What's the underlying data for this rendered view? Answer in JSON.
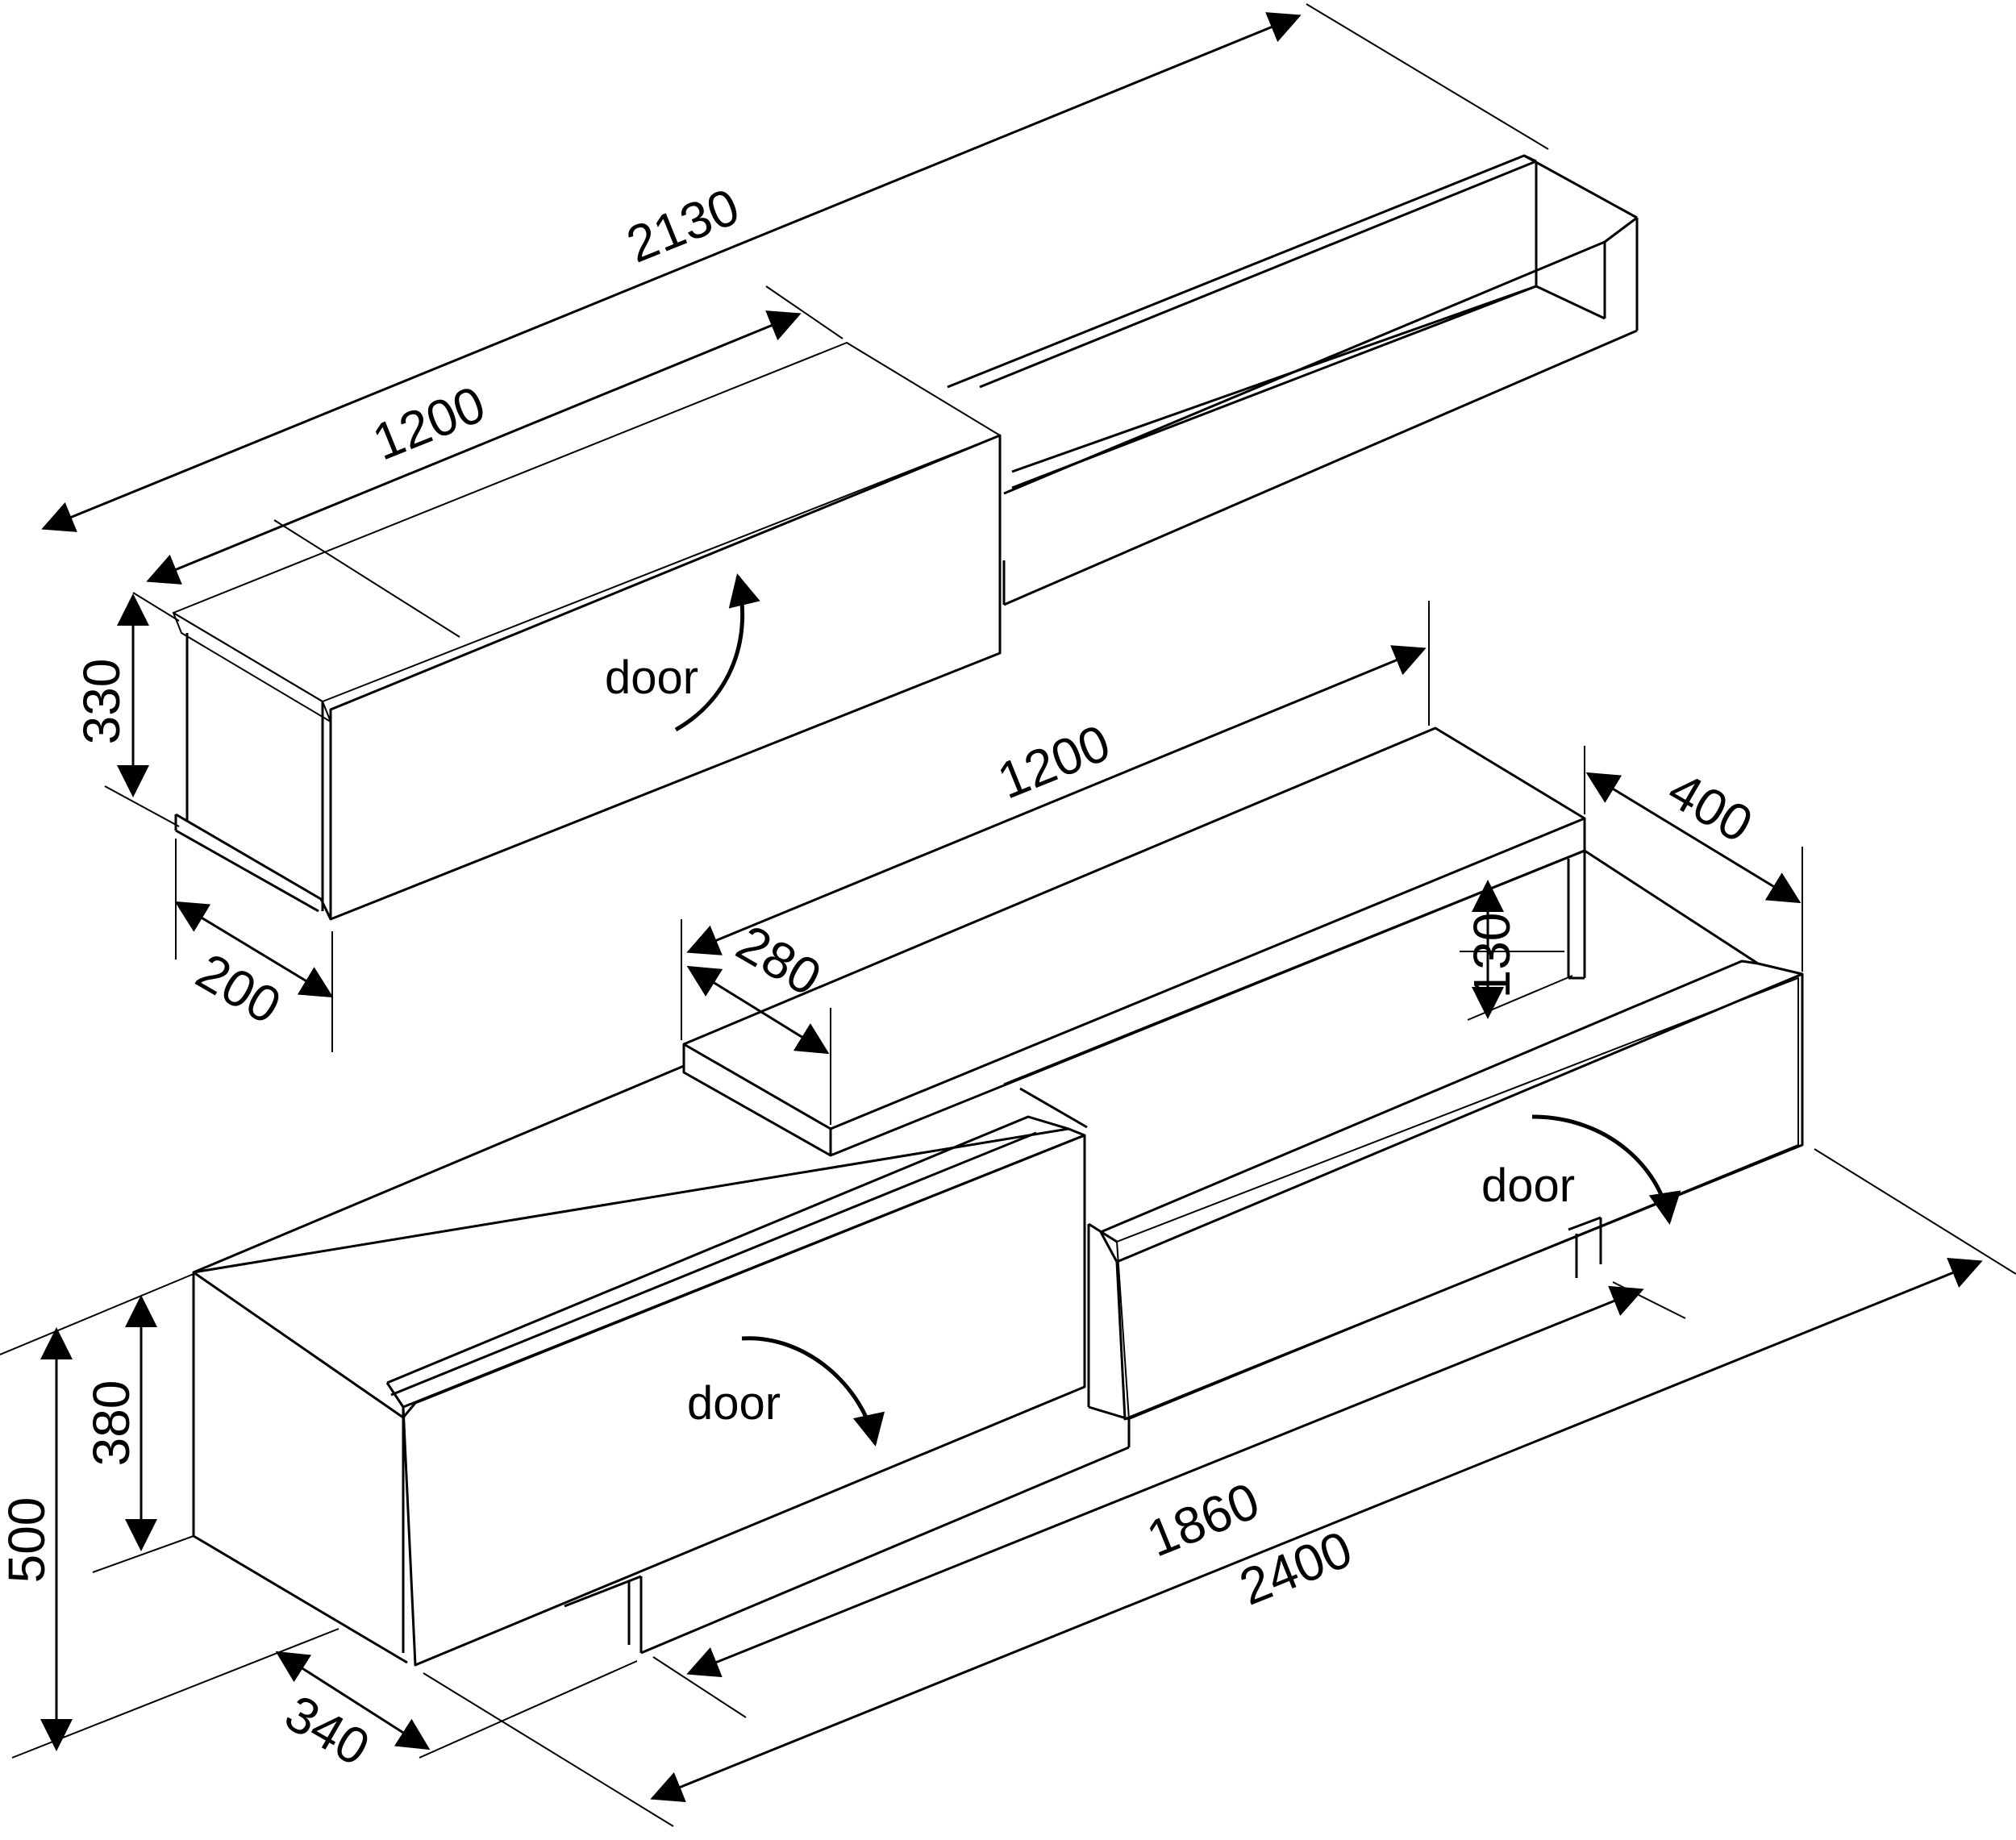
{
  "colors": {
    "stroke": "#000000",
    "background": "#ffffff"
  },
  "dimensions": {
    "wall_shelf_width": "2130",
    "wall_cabinet_width": "1200",
    "wall_cabinet_height": "330",
    "wall_cabinet_depth": "200",
    "top_shelf_width": "1200",
    "top_shelf_depth": "280",
    "top_shelf_height": "130",
    "right_box_depth": "400",
    "base_height_inner": "380",
    "base_height_total": "500",
    "base_depth": "340",
    "inner_width": "1860",
    "total_width": "2400"
  },
  "labels": {
    "door_top": "door",
    "door_left": "door",
    "door_right": "door"
  }
}
